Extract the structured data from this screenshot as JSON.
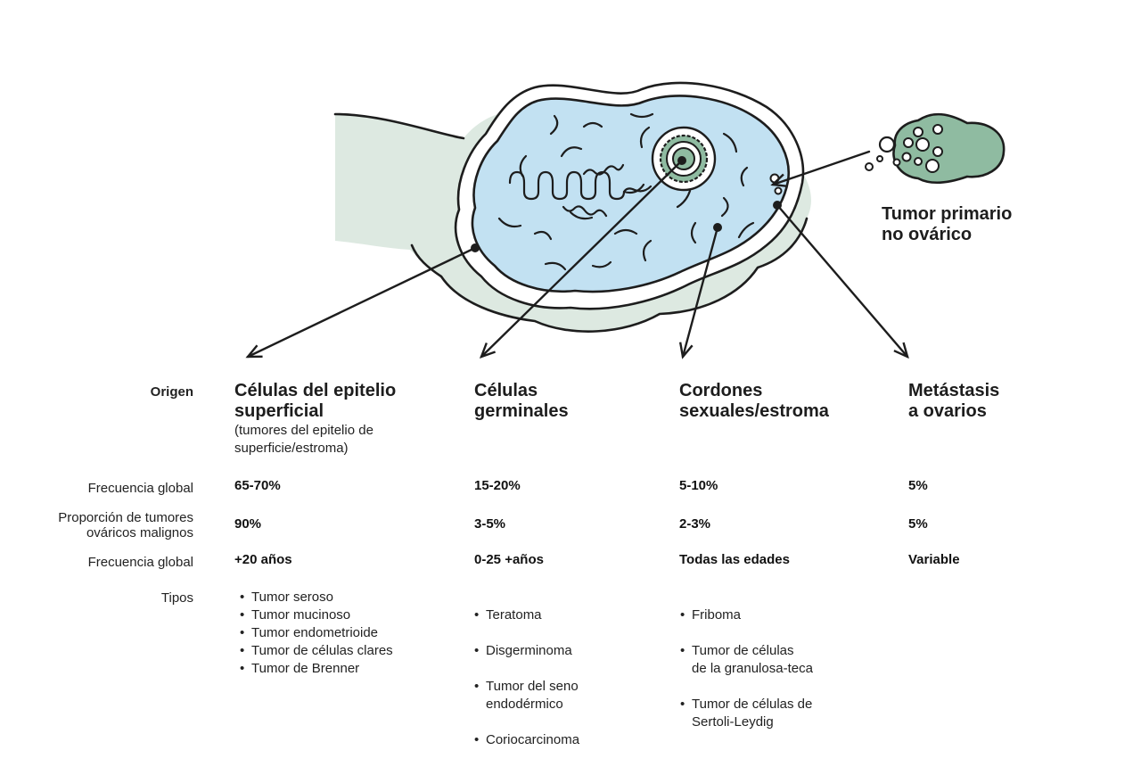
{
  "colors": {
    "stroma_fill": "#dde9e1",
    "cortex_fill": "#c2e1f2",
    "tumor_fill": "#8fbba1",
    "outline": "#1d1d1d"
  },
  "diagram": {
    "label_tumor": [
      "Tumor primario",
      "no ovárico"
    ]
  },
  "table": {
    "row_labels": {
      "origin": "Origen",
      "freq": "Frecuencia global",
      "prop": [
        "Proporción de tumores",
        "ováricos malignos"
      ],
      "age": "Frecuencia global",
      "types": "Tipos"
    },
    "columns": [
      {
        "title": [
          "Células del epitelio",
          "superficial"
        ],
        "subtitle": [
          "(tumores del epitelio de",
          "superficie/estroma)"
        ],
        "freq": "65-70%",
        "prop": "90%",
        "age": "+20 años",
        "types": [
          "Tumor seroso",
          "Tumor mucinoso",
          "Tumor endometrioide",
          "Tumor de células clares",
          "Tumor de Brenner"
        ]
      },
      {
        "title": [
          "Células",
          "germinales"
        ],
        "freq": "15-20%",
        "prop": "3-5%",
        "age": "0-25 +años",
        "types": [
          "Teratoma",
          "Disgerminoma",
          "Tumor del seno\nendodérmico",
          "Coriocarcinoma"
        ]
      },
      {
        "title": [
          "Cordones",
          "sexuales/estroma"
        ],
        "freq": "5-10%",
        "prop": "2-3%",
        "age": "Todas las edades",
        "types": [
          "Friboma",
          "Tumor de células\nde la granulosa-teca",
          "Tumor de células de\nSertoli-Leydig"
        ]
      },
      {
        "title": [
          "Metástasis",
          "a ovarios"
        ],
        "freq": "5%",
        "prop": "5%",
        "age": "Variable",
        "types": []
      }
    ]
  }
}
